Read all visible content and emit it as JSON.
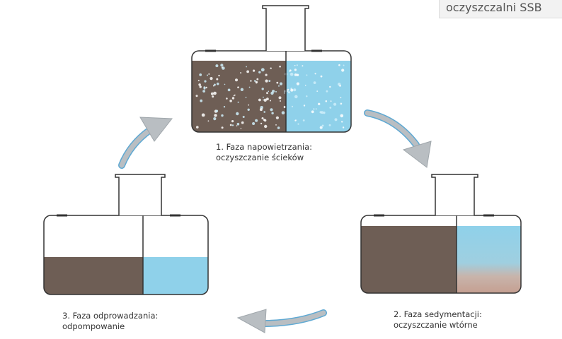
{
  "header": {
    "text": "oczyszczalni SSB"
  },
  "colors": {
    "sludge": "#6e5e55",
    "water": "#8fd1ea",
    "arrow": "#b9bec2",
    "arrow_edge": "#5fa9d3",
    "outline": "#333333",
    "bubble": "#cfeefa"
  },
  "phases": [
    {
      "caption_line1": "1. Faza napowietrzania:",
      "caption_line2": "oczyszczanie ścieków"
    },
    {
      "caption_line1": "2. Faza sedymentacji:",
      "caption_line2": "oczyszczanie wtórne"
    },
    {
      "caption_line1": "3. Faza odprowadzania:",
      "caption_line2": "odpompowanie"
    }
  ]
}
